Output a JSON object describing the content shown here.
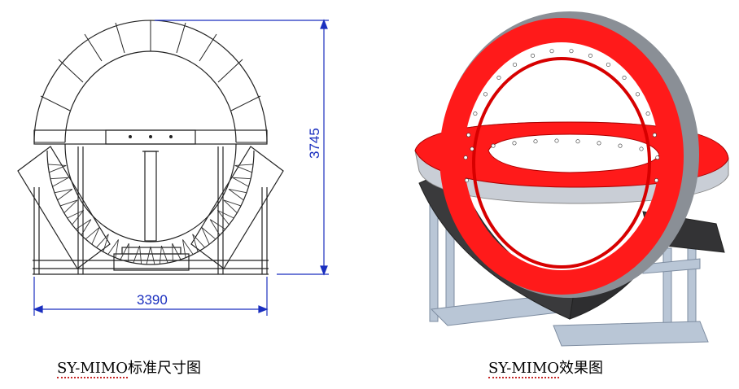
{
  "left_drawing": {
    "width_dimension": "3390",
    "height_dimension": "3745"
  },
  "captions": {
    "left": {
      "model": "SY-MIMO",
      "suffix": "标准尺寸图"
    },
    "right": {
      "model": "SY-MIMO",
      "suffix": "效果图"
    }
  },
  "colors": {
    "dimension_blue": "#1a2fbf",
    "ring_red": "#ff1a1a",
    "absorber_dark": "#3a3a3c",
    "frame_steel": "#b9c6d6",
    "drawing_line": "#222222"
  }
}
